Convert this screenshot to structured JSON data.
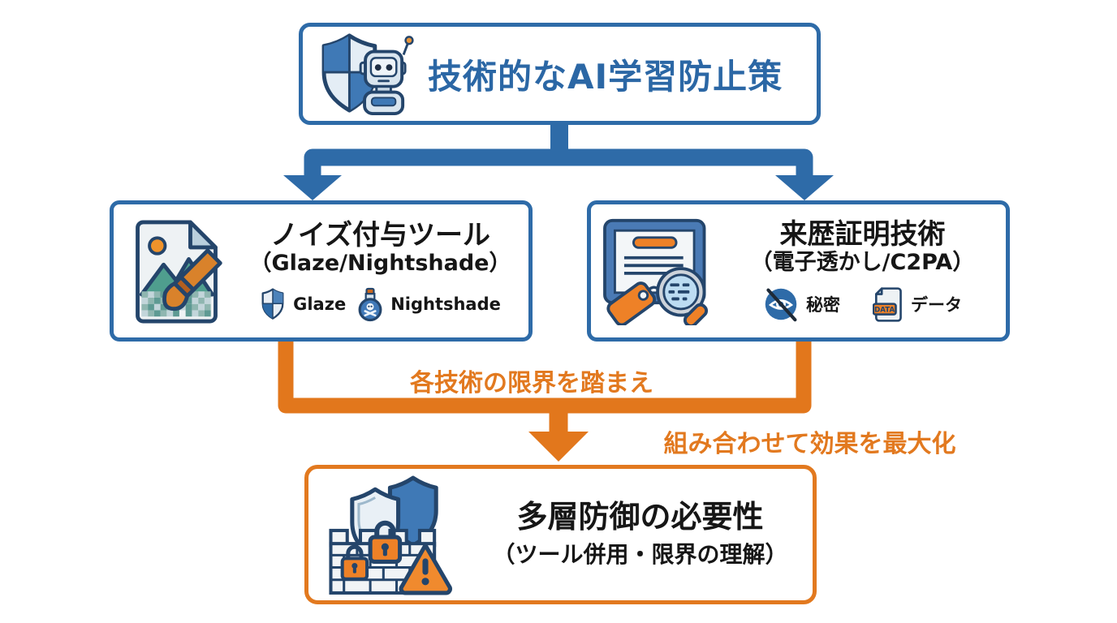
{
  "colors": {
    "box_blue": "#2e6ba8",
    "icon_outline_navy": "#24456b",
    "accent_orange": "#e2791f",
    "title_blue": "#2b67a5",
    "text_black": "#161616"
  },
  "top_box": {
    "title": "技術的なAI学習防止策"
  },
  "left_box": {
    "title": "ノイズ付与ツール",
    "subtitle": "（Glaze/Nightshade）",
    "items": [
      {
        "icon": "shield-icon",
        "label": "Glaze"
      },
      {
        "icon": "poison-bottle-icon",
        "label": "Nightshade"
      }
    ]
  },
  "right_box": {
    "title": "来歴証明技術",
    "subtitle": "（電子透かし/C2PA）",
    "items": [
      {
        "icon": "hidden-eye-icon",
        "label": "秘密"
      },
      {
        "icon": "data-file-icon",
        "label": "データ",
        "badge": "DATA"
      }
    ]
  },
  "flow_labels": {
    "mid": "各技術の限界を踏まえ",
    "merge": "組み合わせて効果を最大化"
  },
  "bottom_box": {
    "title": "多層防御の必要性",
    "subtitle": "（ツール併用・限界の理解）"
  }
}
